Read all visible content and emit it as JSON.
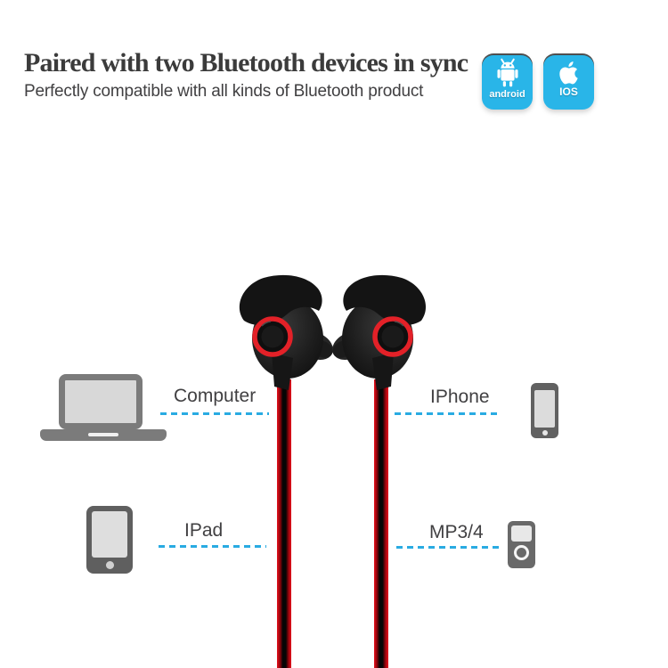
{
  "header": {
    "title": "Paired with two Bluetooth devices in sync",
    "subtitle": "Perfectly compatible with all kinds of Bluetooth product"
  },
  "platform_badges": [
    {
      "label": "android",
      "icon": "android-robot-icon"
    },
    {
      "label": "IOS",
      "icon": "apple-logo-icon"
    }
  ],
  "devices": [
    {
      "label": "Computer",
      "icon": "laptop-icon",
      "side": "left"
    },
    {
      "label": "IPhone",
      "icon": "smartphone-icon",
      "side": "right"
    },
    {
      "label": "IPad",
      "icon": "tablet-icon",
      "side": "left"
    },
    {
      "label": "MP3/4",
      "icon": "mp3-player-icon",
      "side": "right"
    }
  ],
  "product": {
    "image": "black-bluetooth-earbuds-with-red-rings-and-red-black-cables"
  },
  "colors": {
    "accent_blue": "#29abe2",
    "badge_blue": "#29b5e8",
    "cable_red": "#e8101c",
    "device_icon_gray": "#6e6e6e",
    "title_text": "#3b3b3b"
  }
}
